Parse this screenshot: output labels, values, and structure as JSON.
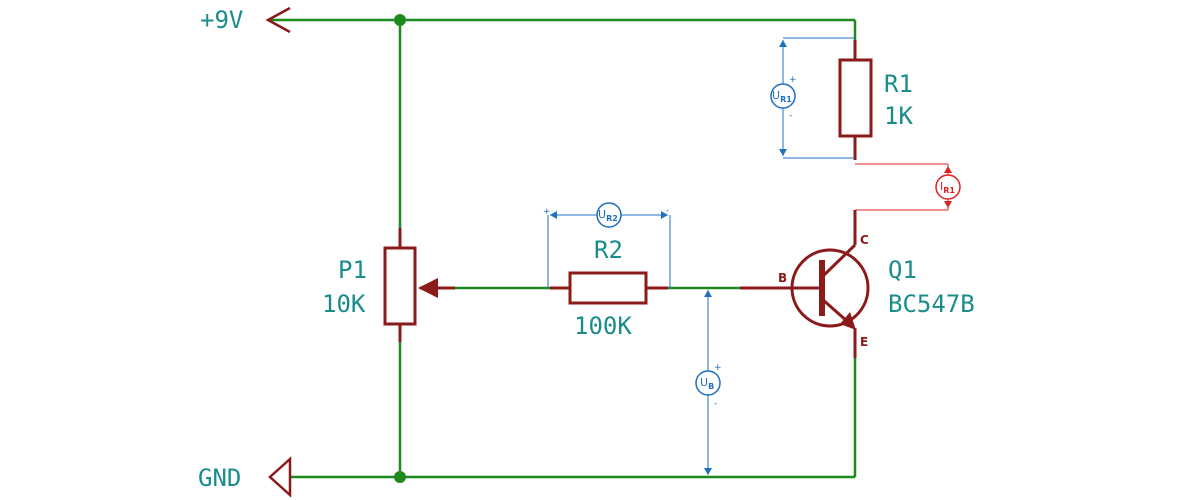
{
  "power": {
    "label": "+9V"
  },
  "ground": {
    "label": "GND"
  },
  "r1": {
    "ref": "R1",
    "value": "1K"
  },
  "r2": {
    "ref": "R2",
    "value": "100K"
  },
  "p1": {
    "ref": "P1",
    "value": "10K"
  },
  "q1": {
    "ref": "Q1",
    "value": "BC547B",
    "pin_b": "B",
    "pin_c": "C",
    "pin_e": "E"
  },
  "meters": {
    "ur1": {
      "main": "U",
      "sub": "R1",
      "plus": "+",
      "minus": "-"
    },
    "ur2": {
      "main": "U",
      "sub": "R2",
      "plus": "+",
      "minus": "-"
    },
    "ub": {
      "main": "U",
      "sub": "B",
      "plus": "+",
      "minus": "-"
    },
    "ir1": {
      "main": "I",
      "sub": "R1"
    }
  },
  "colors": {
    "wire": "#1e8a1e",
    "component": "#8b1a1a",
    "label": "#1a8c8c",
    "voltmeter": "#1f6fbf",
    "ammeter": "#e02020"
  }
}
